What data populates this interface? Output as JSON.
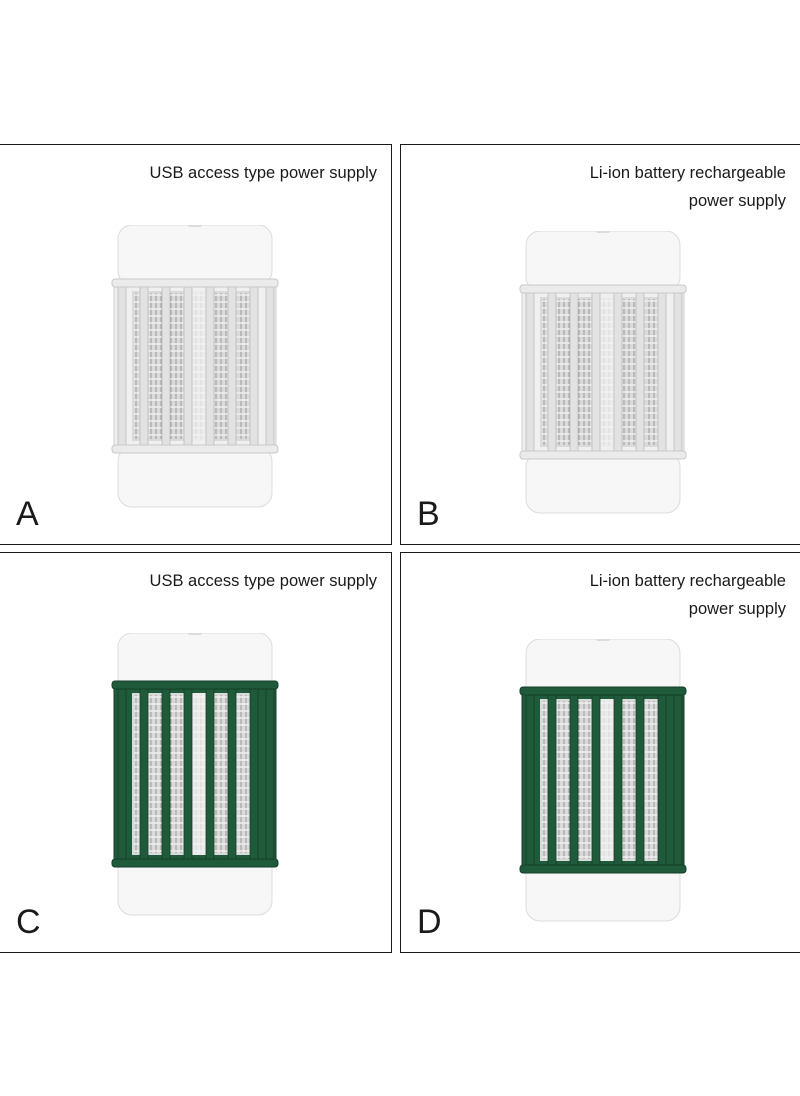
{
  "panels": [
    {
      "letter": "A",
      "caption_lines": [
        "USB access type power supply"
      ],
      "cage_color": "#e6e6e6",
      "variant": "white"
    },
    {
      "letter": "B",
      "caption_lines": [
        "Li-ion battery rechargeable",
        "power supply"
      ],
      "cage_color": "#e6e6e6",
      "variant": "white"
    },
    {
      "letter": "C",
      "caption_lines": [
        "USB access type power supply"
      ],
      "cage_color": "#1f5a3a",
      "variant": "green"
    },
    {
      "letter": "D",
      "caption_lines": [
        "Li-ion battery rechargeable",
        "power supply"
      ],
      "cage_color": "#1f5a3a",
      "variant": "green"
    }
  ],
  "colors": {
    "border": "#1a1a1a",
    "body_white": "#f7f7f7",
    "grid_metal": "#bdbdbd",
    "green": "#1f5a3a"
  }
}
